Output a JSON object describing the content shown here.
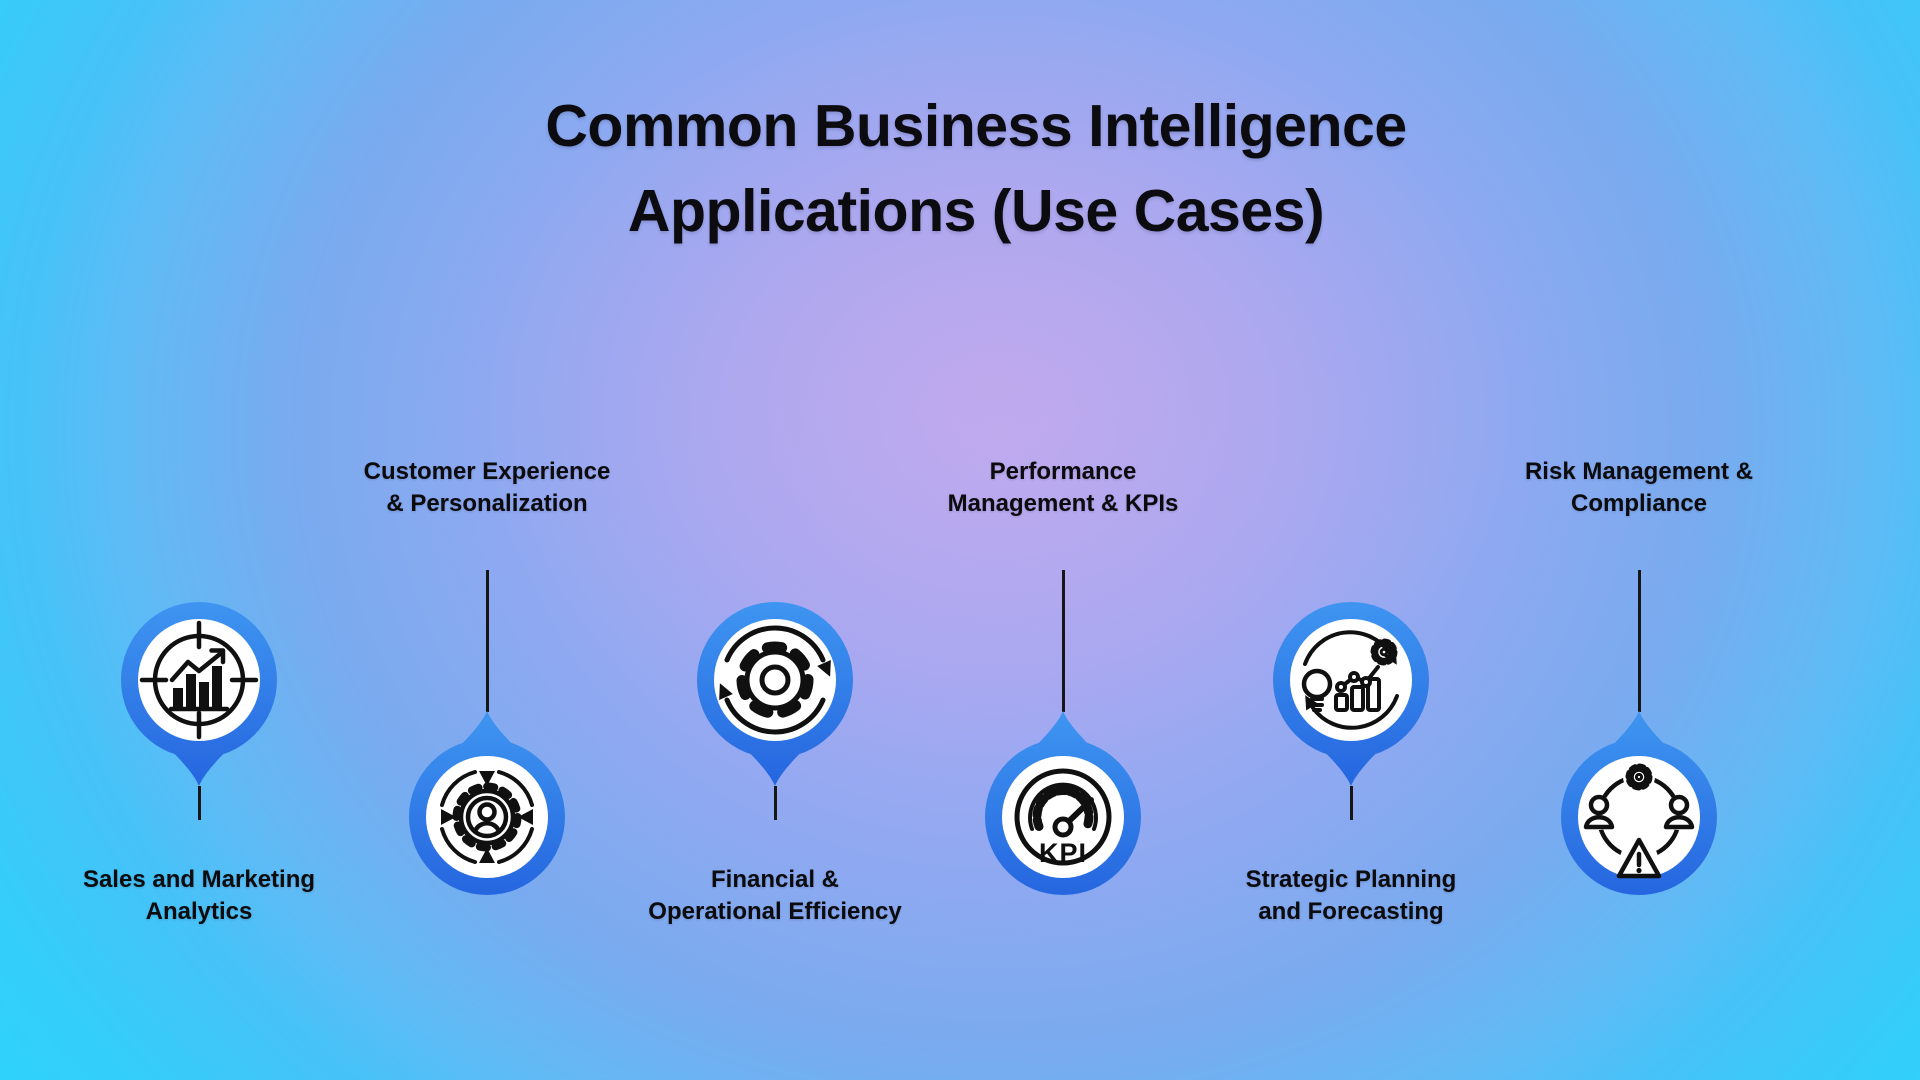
{
  "title": {
    "lines": [
      "Common Business Intelligence",
      "Applications (Use Cases)"
    ],
    "full": "Common Business Intelligence Applications (Use Cases)"
  },
  "colors": {
    "background_corner_cyan": "#2ED3FB",
    "background_mid_blue": "#7AAAEF",
    "background_center_lavender": "#B4ACF4",
    "pin_blue_top": "#3F96F1",
    "pin_blue_bottom": "#2565DF",
    "pin_inner": "#FFFFFF",
    "icon_stroke": "#101010",
    "connector_line": "#161616",
    "text": "#0C0C10"
  },
  "items": [
    {
      "id": "sales-and-marketing-analytics",
      "label": "Sales and Marketing Analytics",
      "label_lines": [
        "Sales and Marketing",
        "Analytics"
      ],
      "icon": "target-bar-chart-icon",
      "icon_position": "top"
    },
    {
      "id": "customer-experience-personalization",
      "label": "Customer Experience & Personalization",
      "label_lines": [
        "Customer Experience",
        "& Personalization"
      ],
      "icon": "user-gear-inward-arrows-icon",
      "icon_position": "bottom"
    },
    {
      "id": "financial-operational-efficiency",
      "label": "Financial & Operational Efficiency",
      "label_lines": [
        "Financial &",
        "Operational Efficiency"
      ],
      "icon": "gear-cycle-arrows-icon",
      "icon_position": "top"
    },
    {
      "id": "performance-management-kpis",
      "label": "Performance Management & KPIs",
      "label_lines": [
        "Performance",
        "Management & KPIs"
      ],
      "icon": "kpi-gauge-icon",
      "icon_text": "KPI",
      "icon_position": "bottom"
    },
    {
      "id": "strategic-planning-forecasting",
      "label": "Strategic Planning and Forecasting",
      "label_lines": [
        "Strategic Planning",
        "and Forecasting"
      ],
      "icon": "bulb-chart-gear-cycle-icon",
      "icon_position": "top"
    },
    {
      "id": "risk-management-compliance",
      "label": "Risk Management & Compliance",
      "label_lines": [
        "Risk Management &",
        "Compliance"
      ],
      "icon": "team-gear-warning-icon",
      "icon_position": "bottom"
    }
  ]
}
